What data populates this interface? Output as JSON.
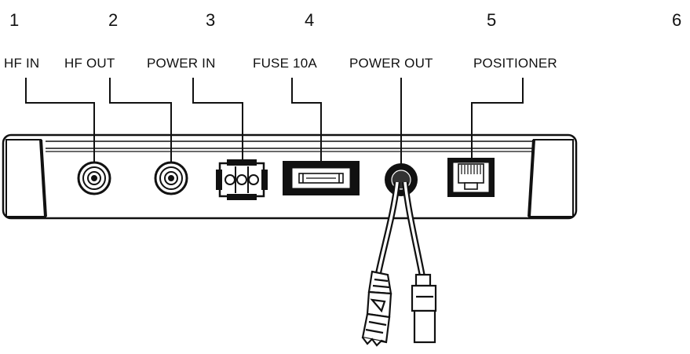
{
  "callouts": [
    {
      "number": "1",
      "label": "HF IN"
    },
    {
      "number": "2",
      "label": "HF OUT"
    },
    {
      "number": "3",
      "label": "POWER IN"
    },
    {
      "number": "4",
      "label": "FUSE 10A"
    },
    {
      "number": "5",
      "label": "POWER OUT"
    },
    {
      "number": "6",
      "label": "POSITIONER"
    }
  ],
  "colors": {
    "ink": "#111111",
    "body": "#ffffff"
  }
}
